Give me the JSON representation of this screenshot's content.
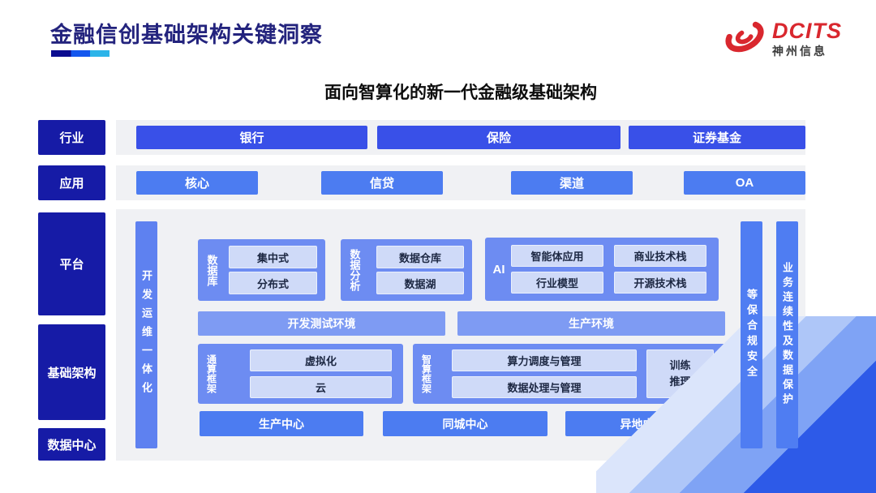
{
  "colors": {
    "title_navy": "#23237d",
    "sidebar_navy": "#161ba6",
    "primary_button_blue": "#3950e8",
    "secondary_button_blue": "#4c7cf1",
    "group_box_blue": "#6d8cf2",
    "vertical_bar_blue": "#5e81f0",
    "env_bar_blue": "#7e9bf3",
    "chip_light_blue": "#cfdaf8",
    "panel_gray": "#f0f1f4",
    "brand_red": "#d9272e",
    "underline_segments": [
      "#0b0c90",
      "#1457ee",
      "#2cb4e9"
    ]
  },
  "header": {
    "title": "金融信创基础架构关键洞察",
    "logo_brand": "DCITS",
    "logo_company": "神州信息"
  },
  "subtitle": "面向智算化的新一代金融级基础架构",
  "sidebar": {
    "industry": "行业",
    "application": "应用",
    "platform": "平台",
    "infrastructure": "基础架构",
    "datacenter": "数据中心"
  },
  "industry_row": [
    "银行",
    "保险",
    "证券基金"
  ],
  "application_row": [
    "核心",
    "信贷",
    "渠道",
    "OA"
  ],
  "diagram": {
    "devops_bar": "开发运维一体化",
    "database": {
      "label": "数据库",
      "items": [
        "集中式",
        "分布式"
      ]
    },
    "analytics": {
      "label": "数据分析",
      "items": [
        "数据仓库",
        "数据湖"
      ]
    },
    "ai": {
      "label": "AI",
      "items": [
        "智能体应用",
        "商业技术栈",
        "行业模型",
        "开源技术栈"
      ]
    },
    "environments": [
      "开发测试环境",
      "生产环境"
    ],
    "general_compute": {
      "label": "通算框架",
      "items": [
        "虚拟化",
        "云"
      ]
    },
    "intelligent_compute": {
      "label": "智算框架",
      "items": [
        "算力调度与管理",
        "数据处理与管理"
      ],
      "side_lines": [
        "训练",
        "推理"
      ]
    },
    "centers": [
      "生产中心",
      "同城中心",
      "异地中心"
    ],
    "security_bar": "等保合规安全",
    "continuity_bar": "业务连续性及数据保护"
  }
}
